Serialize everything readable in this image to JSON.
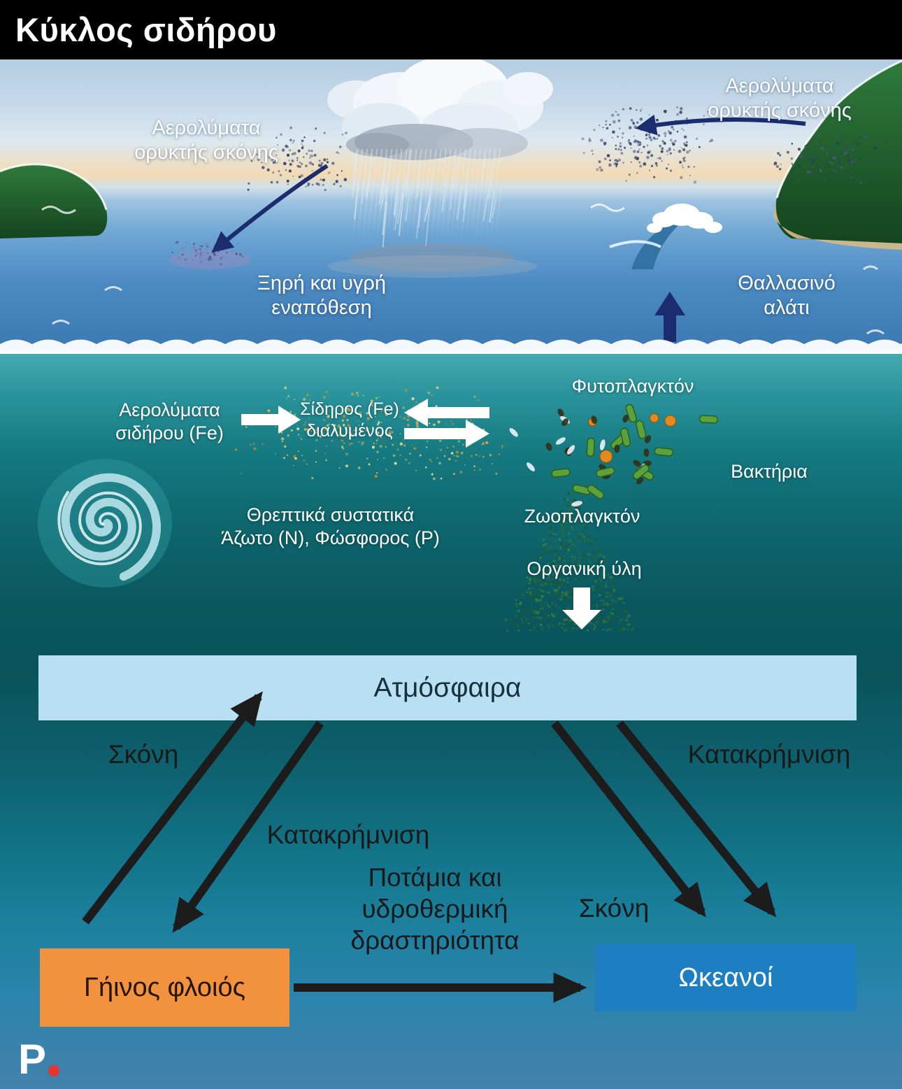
{
  "header": {
    "title": "Κύκλος σιδήρου"
  },
  "sky": {
    "dust_aerosols_left": [
      "Αερολύματα",
      "ορυκτής σκόνης"
    ],
    "dust_aerosols_right": [
      "Αερολύματα",
      "ορυκτής σκόνης"
    ],
    "deposition": [
      "Ξηρή και υγρή",
      "εναπόθεση"
    ],
    "sea_salt": [
      "Θαλλασινό",
      "αλάτι"
    ]
  },
  "underwater": {
    "iron_aerosols": [
      "Αερολύματα",
      "σιδήρου (Fe)"
    ],
    "dissolved_iron": [
      "Σίδηρος (Fe)",
      "διαλυμένος"
    ],
    "phytoplankton": "Φυτοπλαγκτόν",
    "bacteria": "Βακτήρια",
    "zooplankton": "Ζωοπλαγκτόν",
    "nutrients": [
      "Θρεπτικά συστατικά",
      "Άζωτο (N), Φώσφορος (P)"
    ],
    "organic_matter": "Οργανική ύλη"
  },
  "cycle_diagram": {
    "atmosphere": "Ατμόσφαιρα",
    "earth_crust": "Γήινος φλοιός",
    "oceans": "Ωκεανοί",
    "labels": {
      "dust_left": "Σκόνη",
      "precipitation_left": "Κατακρήμνιση",
      "rivers": [
        "Ποτάμια και",
        "υδροθερμική",
        "δραστηριότητα"
      ],
      "dust_right": "Σκόνη",
      "precipitation_right": "Κατακρήμνιση"
    }
  },
  "logo": {
    "letter": "P"
  },
  "colors": {
    "header_bg": "#000000",
    "atmosphere_box": "#b9e0f2",
    "crust_box": "#f2923f",
    "ocean_box": "#1d7ec2",
    "cycle_arrow": "#1c1c1c",
    "navy_arrow": "#1b2d6e",
    "iron_dust": "#e2b345",
    "logo_dot": "#e8342a"
  }
}
